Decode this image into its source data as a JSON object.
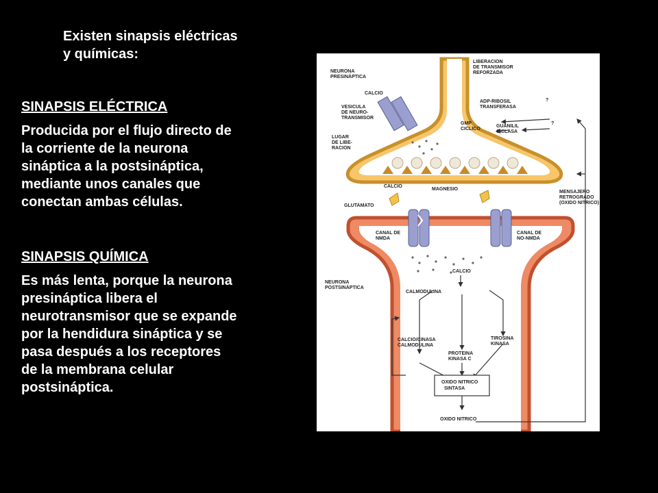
{
  "intro": {
    "line1": "Existen sinapsis eléctricas",
    "line2": "y químicas:"
  },
  "electrica": {
    "heading": "SINAPSIS ELÉCTRICA",
    "lines": [
      "Producida por el flujo directo de",
      "la corriente de la neurona",
      "sináptica a la postsináptica,",
      "mediante unos canales que",
      "conectan ambas células."
    ]
  },
  "quimica": {
    "heading": "SINAPSIS QUÍMICA",
    "lines": [
      "Es más lenta, porque la neurona",
      "presináptica libera el",
      "neurotransmisor que se expande",
      "por la hendidura sináptica y se",
      "pasa después a los receptores",
      "de la membrana celular",
      "postsináptica."
    ]
  },
  "diagram": {
    "labels": {
      "neurona_pre": [
        "NEURONA",
        "PRESINÁPTICA"
      ],
      "liberacion": [
        "LIBERACION",
        "DE TRANSMISOR",
        "REFORZADA"
      ],
      "calcio_top": "CALCIO",
      "vesicula": [
        "VESICULA",
        "DE NEURO-",
        "TRANSMISOR"
      ],
      "lugar": [
        "LUGAR",
        "DE LIBE-",
        "RACION"
      ],
      "adp": [
        "ADP-RIBOSIL",
        "TRANSFERASA"
      ],
      "gmp": [
        "GMP",
        "CICLICO"
      ],
      "guanilil": [
        "GUANILIL",
        "CICLASA"
      ],
      "q1": "?",
      "q2": "?",
      "calcio_mid": "CALCIO",
      "magnesio": "MAGNESIO",
      "glutamato": "GLUTAMATO",
      "mensajero": [
        "MENSAJERO",
        "RETROGRADO",
        "(OXIDO NITRICO)"
      ],
      "canal_nmda": [
        "CANAL DE",
        "NMDA"
      ],
      "canal_no_nmda": [
        "CANAL DE",
        "NO-NMDA"
      ],
      "neurona_post": [
        "NEURONA",
        "POSTSINÁPTICA"
      ],
      "calcio_low": "CALCIO",
      "calmodulina": "CALMODULINA",
      "calcio_calm": [
        "CALCIO/CINASA",
        "CALMODULINA"
      ],
      "proteina": [
        "PROTEINA",
        "KINASA C"
      ],
      "tirosina": [
        "TIROSINA",
        "KINASA"
      ],
      "oxido_sintasa": [
        "OXIDO NITRICO",
        "SINTASA"
      ],
      "oxido": "OXIDO NITRICO"
    },
    "colors": {
      "pre_fill": "#f7c56a",
      "pre_stroke": "#c8902a",
      "post_fill": "#ee8a64",
      "post_stroke": "#c0502e",
      "cleft": "#ffffff",
      "channel": "#9a9fd0",
      "vesicle": "#efe8d8",
      "release_site": "#c88a2a",
      "arrow": "#333333"
    }
  }
}
